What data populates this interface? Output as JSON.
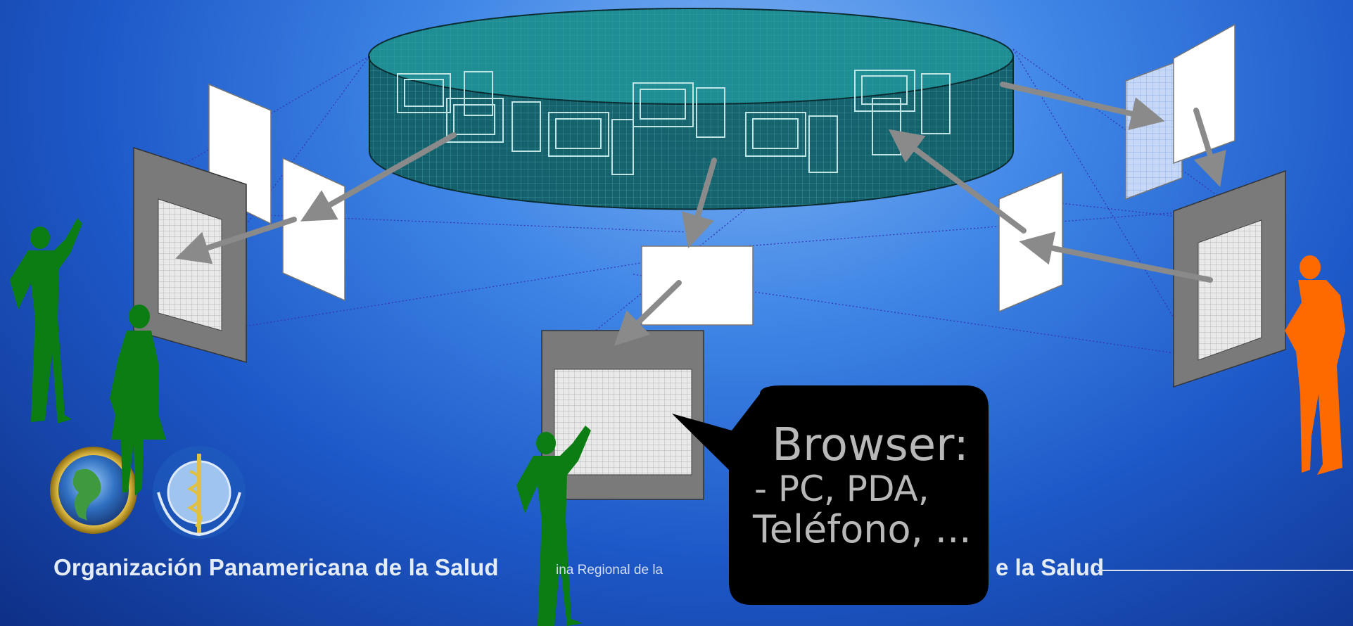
{
  "footer": {
    "organization": "Organización Panamericana de la Salud",
    "office": "Oficina Regional de la Organización Mundial de la Salud",
    "office_visible": "ina Regional de la",
    "office_end": "e la Salud"
  },
  "callout": {
    "title": "Browser:",
    "line1": "- PC, PDA,",
    "line2": "Teléfono, ..."
  },
  "colors": {
    "database": "#1a7f86",
    "figure_left": "#0b7d12",
    "figure_right": "#ff6a00",
    "arrow": "#8a8a8a",
    "callout_bg": "#000000",
    "callout_text": "#b8b8b8"
  },
  "icons": [
    "paho-globe-logo",
    "who-emblem-logo"
  ]
}
